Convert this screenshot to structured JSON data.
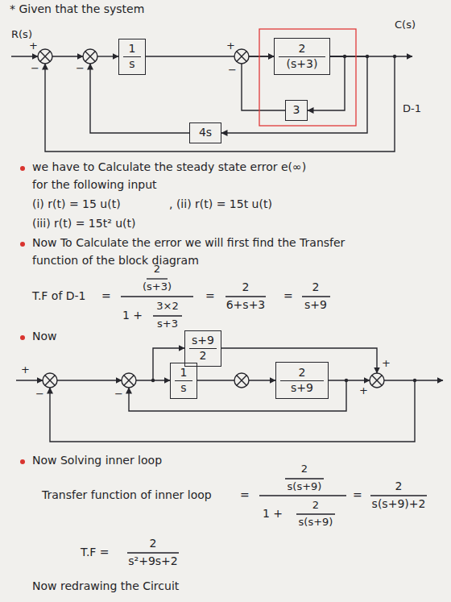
{
  "diagram": {
    "nodes": [
      {
        "text": [
          "1",
          "s"
        ]
      },
      {
        "text": [
          "2",
          "(s+3)"
        ]
      },
      {
        "text": [
          "3"
        ]
      },
      {
        "text": [
          "4s"
        ]
      },
      {
        "text": [
          "s+9",
          "2"
        ]
      },
      {
        "text": [
          "1",
          "s"
        ]
      },
      {
        "text": [
          "2",
          "s+9"
        ]
      }
    ],
    "edges": [
      {
        "from": 0,
        "to": 1,
        "arrow": "to"
      },
      {
        "from": 1,
        "to": 2,
        "arrow": "to"
      },
      {
        "from": 2,
        "to": 1,
        "arrow": "to"
      },
      {
        "from": 1,
        "to": 3,
        "arrow": "to"
      },
      {
        "from": 5,
        "to": 6,
        "arrow": "to"
      }
    ],
    "labels": [
      "* Given that the system",
      "R(s)",
      "+",
      "−",
      "−",
      "+",
      "−",
      "C(s)",
      "D-1",
      "we have to Calculate the steady state error e(∞)",
      "for the following input",
      "(i) r(t) = 15 u(t)",
      ", (ii) r(t) = 15t u(t)",
      "(iii) r(t) = 15t² u(t)",
      "Now To Calculate the error we will first find the Transfer",
      "function of the block diagram",
      "T.F of D-1",
      "=",
      "2",
      "(s+3)",
      "1 +",
      "3×2",
      "s+3",
      "=",
      "2",
      "6+s+3",
      "=",
      "2",
      "s+9",
      "Now",
      "+",
      "−",
      "−",
      "+",
      "+",
      "Now Solving inner loop",
      "Transfer function of inner loop",
      "=",
      "2",
      "s(s+9)",
      "1 +",
      "2",
      "s(s+9)",
      "=",
      "2",
      "s(s+9)+2",
      "T.F =",
      "2",
      "s²+9s+2",
      "Now redrawing the Circuit"
    ]
  }
}
